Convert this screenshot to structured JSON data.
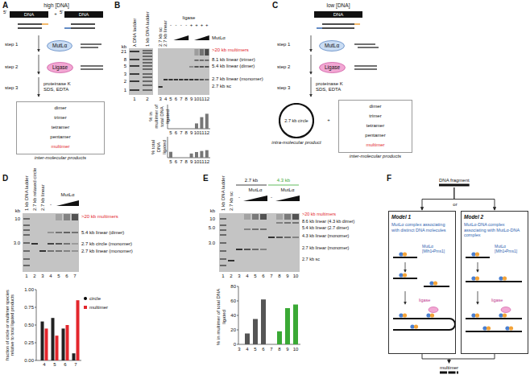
{
  "diagram": {
    "nodes": [
      {
        "text": [
          "MutLα"
        ]
      },
      {
        "text": [
          "Ligase"
        ]
      },
      {
        "text": [
          "dimer",
          "trimer",
          "tetramer",
          "pentamer",
          "multimer",
          "inter-molecular products"
        ]
      },
      {
        "text": [
          "MutLα"
        ]
      },
      {
        "text": [
          "Ligase"
        ]
      },
      {
        "text": [
          "2.7 kb circle",
          "intra-molecular product"
        ]
      },
      {
        "text": [
          "dimer",
          "trimer",
          "tetramer",
          "pentamer",
          "multimer",
          "inter-molecular products"
        ]
      },
      {
        "text": [
          "DNA fragment"
        ]
      },
      {
        "text": [
          "Model 1",
          "MutLα complex associating with distinct DNA molecules"
        ]
      },
      {
        "text": [
          "Model 2",
          "MutLα-DNA complex associating with MutLα-DNA complex"
        ]
      },
      {
        "text": [
          "multimer"
        ]
      }
    ],
    "edges": [
      {
        "from": 7,
        "to": 8,
        "arrow": "to"
      },
      {
        "from": 7,
        "to": 9,
        "arrow": "to"
      },
      {
        "from": 8,
        "to": 10,
        "arrow": "to"
      },
      {
        "from": 9,
        "to": 10,
        "arrow": "to"
      }
    ],
    "labels": [
      "A",
      "high [DNA]",
      "5'",
      "DNA",
      "+",
      "5'",
      "DNA",
      "step 1",
      "step 2",
      "step 3",
      "proteinase K SDS, EDTA",
      "B",
      "λ DNA ladder",
      "1 kb DNA ladder",
      "2.7 kb sc",
      "2.7 kb linear",
      "ligase",
      "-",
      "-",
      "-",
      "-",
      "+",
      "+",
      "+",
      "+",
      "MutLα",
      "kb",
      "21",
      "8",
      "5",
      "3",
      "2",
      "1",
      ">20 kb multimers",
      "8.1 kb linear (trimer)",
      "5.4 kb linear (dimer)",
      "2.7 kb linear (monomer)",
      "2.7 kb sc",
      "1",
      "2",
      "3",
      "4",
      "5",
      "6",
      "7",
      "8",
      "9",
      "10",
      "11",
      "12",
      "% in multimer of total DNA ligated",
      "5",
      "6",
      "7",
      "8",
      "9",
      "10",
      "11",
      "12",
      "% total DNA ligated",
      "5",
      "6",
      "7",
      "8",
      "9",
      "10",
      "11",
      "12",
      "C",
      "low [DNA]",
      "DNA",
      "step 1",
      "step 2",
      "step 3",
      "proteinase K SDS, EDTA",
      "+",
      "D",
      "1 kb DNA ladder",
      "2.7 kb relaxed circle",
      "2.7 kb linear",
      "-",
      "MutLα",
      "kb",
      "10",
      "3.0",
      ">20 kb multimers",
      "5.4 kb linear (dimer)",
      "2.7 kb circle (monomer)",
      "2.7 kb linear (monomer)",
      "1",
      "2",
      "3",
      "4",
      "5",
      "6",
      "7",
      "fraction of circle or multimer species relative to total ligated products",
      "0.00",
      "0.25",
      "0.50",
      "0.75",
      "1.00",
      "4",
      "5",
      "6",
      "7",
      "E",
      "1 kb DNA ladder",
      "2.7 kb sc",
      "2.7 kb",
      "4.3 kb",
      "-",
      "MutLα",
      "-",
      "MutLα",
      "kb",
      "10",
      "5.0",
      "3.0",
      ">20 kb multimers",
      "8.6 kb linear (4.3 kb dimer)",
      "5.4 kb linear (2.7 dimer)",
      "4.3 kb linear (monomer)",
      "2.7 kb linear (monomer)",
      "2.7 kb sc",
      "1",
      "2",
      "3",
      "4",
      "5",
      "6",
      "7",
      "8",
      "9",
      "10",
      "% in multimer of total DNA ligated",
      "0",
      "20",
      "40",
      "60",
      "80",
      "3",
      "4",
      "5",
      "6",
      "7",
      "8",
      "9",
      "10",
      "F",
      "or",
      "MutLα [Mlh1•Pms1]",
      "ligase",
      "MutLα [Mlh1•Pms1]",
      "ligase"
    ],
    "legend": [
      {
        "text": "circle",
        "color": "#000000"
      },
      {
        "text": "multimer",
        "color": "#e3262c"
      }
    ]
  }
}
